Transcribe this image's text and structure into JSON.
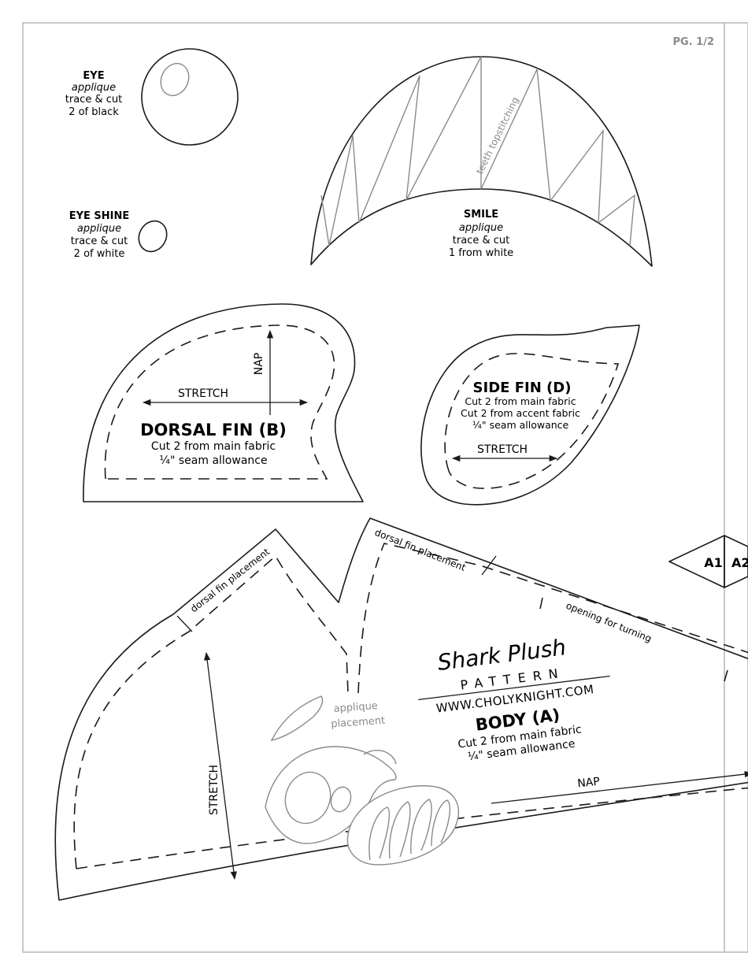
{
  "page_label": "PG. 1/2",
  "pieces": {
    "eye": {
      "name": "EYE",
      "type": "applique",
      "line1": "trace & cut",
      "line2": "2 of black"
    },
    "eye_shine": {
      "name": "EYE SHINE",
      "type": "applique",
      "line1": "trace & cut",
      "line2": "2 of white"
    },
    "smile": {
      "name": "SMILE",
      "type": "applique",
      "line1": "trace & cut",
      "line2": "1 from white",
      "teeth_note": "teeth topstitching"
    },
    "dorsal_fin": {
      "name": "DORSAL FIN (B)",
      "line1": "Cut 2 from main fabric",
      "line2": "¼\" seam allowance",
      "stretch": "STRETCH",
      "nap": "NAP"
    },
    "side_fin": {
      "name": "SIDE FIN (D)",
      "line1": "Cut 2 from main fabric",
      "line2": "Cut 2 from accent fabric",
      "line3": "¼\" seam allowance",
      "stretch": "STRETCH"
    },
    "body": {
      "pattern_title": "Shark Plush",
      "pattern_sub": "PATTERN",
      "website": "WWW.CHOLYKNIGHT.COM",
      "name": "BODY (A)",
      "line1": "Cut 2 from main fabric",
      "line2": "¼\" seam allowance",
      "stretch": "STRETCH",
      "nap": "NAP",
      "dorsal_placement": "dorsal fin placement",
      "opening": "opening for turning",
      "applique_1": "applique",
      "applique_2": "placement"
    }
  },
  "match_marks": {
    "left": "A1",
    "right": "A2"
  },
  "colors": {
    "ink": "#1a1a1a",
    "guide_grey": "#8a8a8a",
    "frame": "#b5b5b5"
  }
}
